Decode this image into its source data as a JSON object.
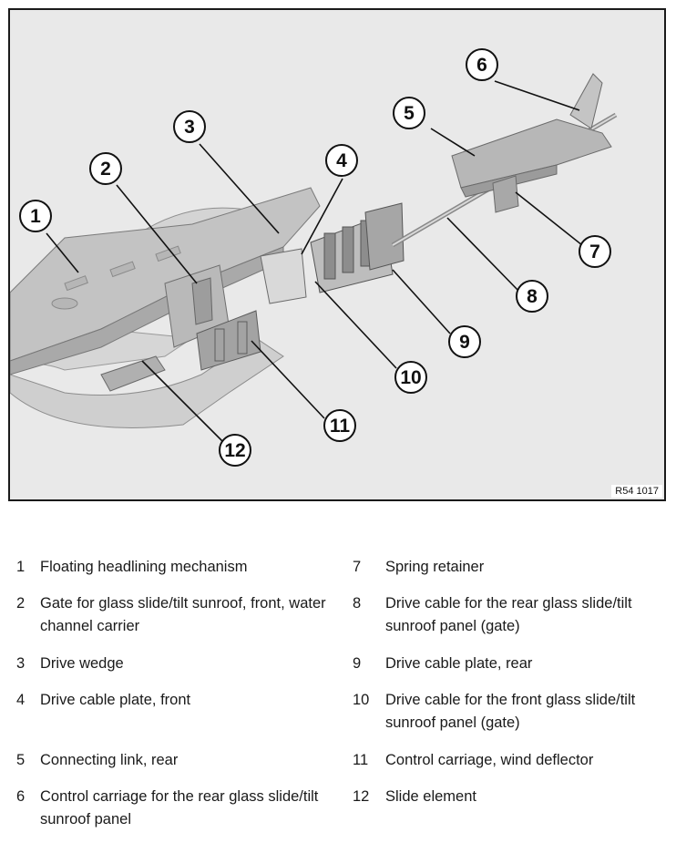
{
  "figure": {
    "reference_code": "R54 1017",
    "callouts": [
      "1",
      "2",
      "3",
      "4",
      "5",
      "6",
      "7",
      "8",
      "9",
      "10",
      "11",
      "12"
    ]
  },
  "legend": {
    "left": [
      {
        "number": "1",
        "text": "Floating headlining mechanism"
      },
      {
        "number": "2",
        "text": "Gate for glass slide/tilt sunroof, front, water channel carrier"
      },
      {
        "number": "3",
        "text": "Drive wedge"
      },
      {
        "number": "4",
        "text": "Drive cable plate, front"
      },
      {
        "number": "5",
        "text": "Connecting link, rear"
      },
      {
        "number": "6",
        "text": "Control carriage for the rear glass slide/tilt sunroof panel"
      }
    ],
    "right": [
      {
        "number": "7",
        "text": "Spring retainer"
      },
      {
        "number": "8",
        "text": "Drive cable for the rear glass slide/tilt sunroof panel (gate)"
      },
      {
        "number": "9",
        "text": "Drive cable plate, rear"
      },
      {
        "number": "10",
        "text": "Drive cable for the front glass slide/tilt sunroof panel (gate)"
      },
      {
        "number": "11",
        "text": "Control carriage, wind deflector"
      },
      {
        "number": "12",
        "text": "Slide element"
      }
    ]
  }
}
